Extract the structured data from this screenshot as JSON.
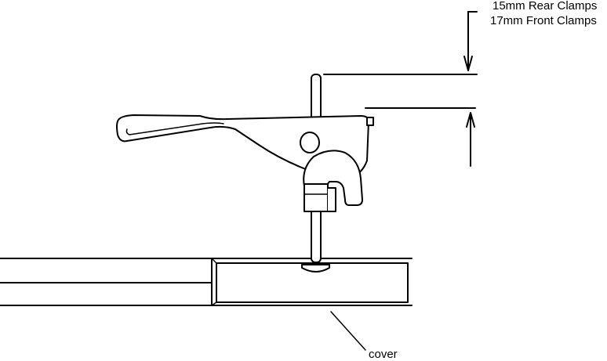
{
  "annotations": {
    "rear_clamps": "15mm Rear Clamps",
    "front_clamps": "17mm Front Clamps",
    "cover": "cover"
  }
}
